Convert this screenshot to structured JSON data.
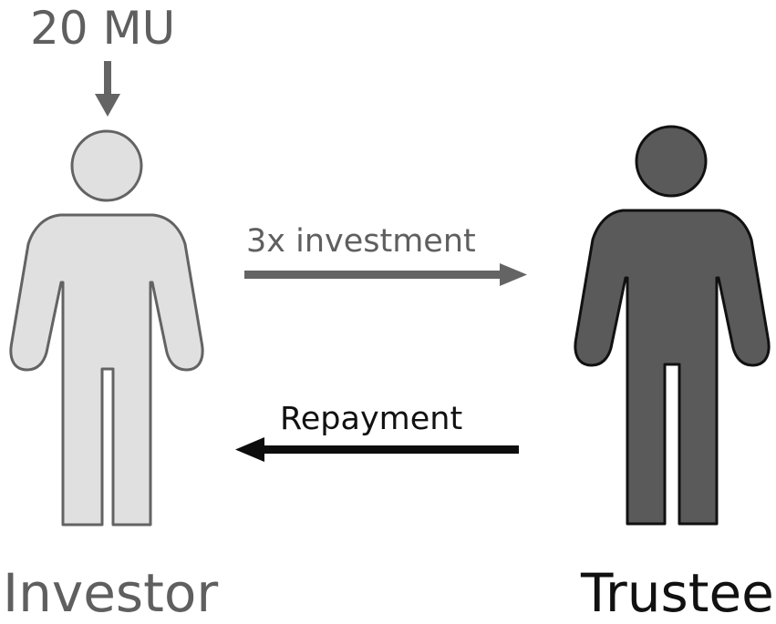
{
  "endowment": "20 MU",
  "investment_label": "3x investment",
  "repayment_label": "Repayment",
  "investor_label": "Investor",
  "trustee_label": "Trustee",
  "colors": {
    "investor_fill": "#e0e0e0",
    "investor_stroke": "#636363",
    "trustee_fill": "#5a5a5a",
    "trustee_stroke": "#111111",
    "gray_arrow": "#646464",
    "black_arrow": "#0d0d0d"
  },
  "icons": {
    "investor": "person-icon",
    "trustee": "person-icon",
    "endowment_arrow": "arrow-down-icon",
    "investment_arrow": "arrow-right-icon",
    "repayment_arrow": "arrow-left-icon"
  }
}
